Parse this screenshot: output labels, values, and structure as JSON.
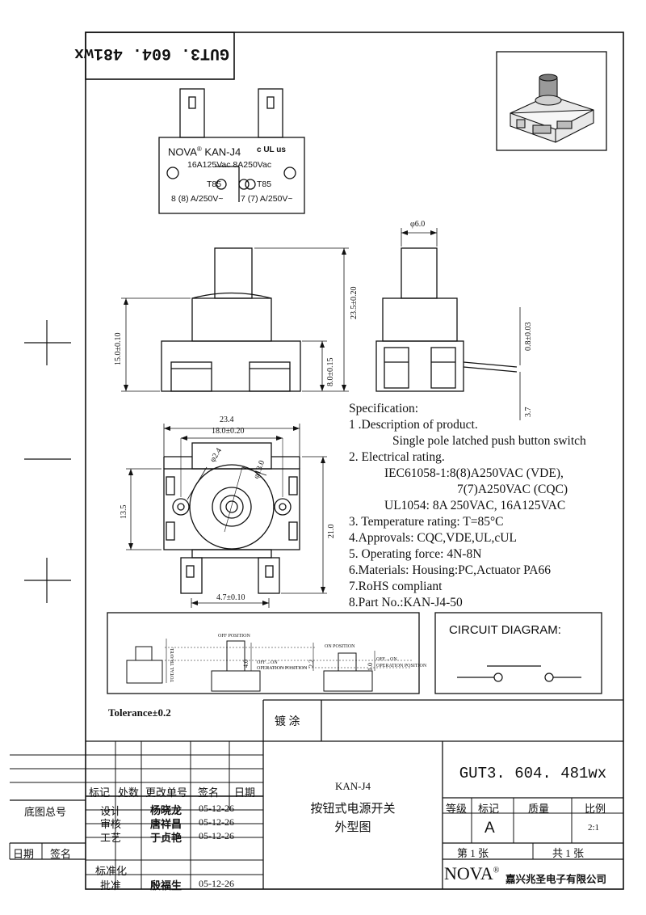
{
  "drawing_no_stamp": "GUT3. 604. 481wx",
  "label_plate": {
    "brand": "NOVA",
    "reg_mark": "®",
    "model": "KAN-J4",
    "ul_mark": "c UL us",
    "rating_line": "16A125Vac  8A250Vac",
    "vde_temp": "T85",
    "vde_rating": "8 (8) A/250V~",
    "cqc_temp": "T85",
    "cqc_rating": "7 (7) A/250V~"
  },
  "dimensions": {
    "actuator_dia": "φ6.0",
    "total_height": "23.5±0.20",
    "body_height": "15.0±0.10",
    "base_height": "8.0±0.15",
    "terminal_thk": "0.8±0.03",
    "terminal_len": "3.7",
    "overall_width": "23.4",
    "hole_pitch": "18.0±0.20",
    "hole_dia": "φ2.4",
    "boss_dia": "φ13.0",
    "body_depth": "13.5",
    "overall_depth": "21.0",
    "terminal_pitch": "4.7±0.10"
  },
  "specification": {
    "title": "Specification:",
    "lines": [
      "1 .Description of product.",
      "Single pole latched push button switch",
      "2. Electrical rating.",
      "IEC61058-1:8(8)A250VAC  (VDE),",
      "7(7)A250VAC  (CQC)",
      "UL1054: 8A 250VAC, 16A125VAC",
      "3. Temperature rating: T=85°C",
      "4.Approvals:  CQC,VDE,UL,cUL",
      "5. Operating force: 4N-8N",
      "6.Materials:  Housing:PC,Actuator PA66",
      "7.RoHS compliant",
      "8.Part No.:KAN-J4-50"
    ]
  },
  "operation_diagram": {
    "off_position": "OFF POSITION",
    "on_position": "ON POSITION",
    "total_travel": "TOTAL TRAVEL",
    "off_on_label": "OFF→ON",
    "operation_position": "OPERATION POSITION",
    "dim_a": "4.0",
    "dim_b": "2.2",
    "dim_c": "1.0"
  },
  "circuit": {
    "title": "CIRCUIT DIAGRAM:"
  },
  "tolerance": "Tolerance±0.2",
  "finish": "镀 涂",
  "title_block": {
    "drawing_no": "GUT3. 604. 481wx",
    "product_code": "KAN-J4",
    "name_line1": "按钮式电源开关",
    "name_line2": "外型图",
    "headers": [
      "标记",
      "处数",
      "更改单号",
      "签名",
      "日期"
    ],
    "left_labels": [
      "底图总号",
      "日期",
      "签名"
    ],
    "roles": [
      {
        "role": "设计",
        "name": "杨晓龙",
        "date": "05-12-26"
      },
      {
        "role": "审核",
        "name": "唐祥昌",
        "date": "05-12-26"
      },
      {
        "role": "工艺",
        "name": "于贞艳",
        "date": "05-12-26"
      },
      {
        "role": "标准化",
        "name": "",
        "date": ""
      },
      {
        "role": "批准",
        "name": "殷福生",
        "date": "05-12-26"
      }
    ],
    "grade_headers": [
      "等级",
      "标记",
      "质量",
      "比例"
    ],
    "grade_mark": "A",
    "scale": "2:1",
    "sheet": "第 1 张",
    "sheets_total": "共 1 张",
    "company_brand": "NOVA",
    "company_reg": "®",
    "company_name": "嘉兴兆圣电子有限公司"
  }
}
